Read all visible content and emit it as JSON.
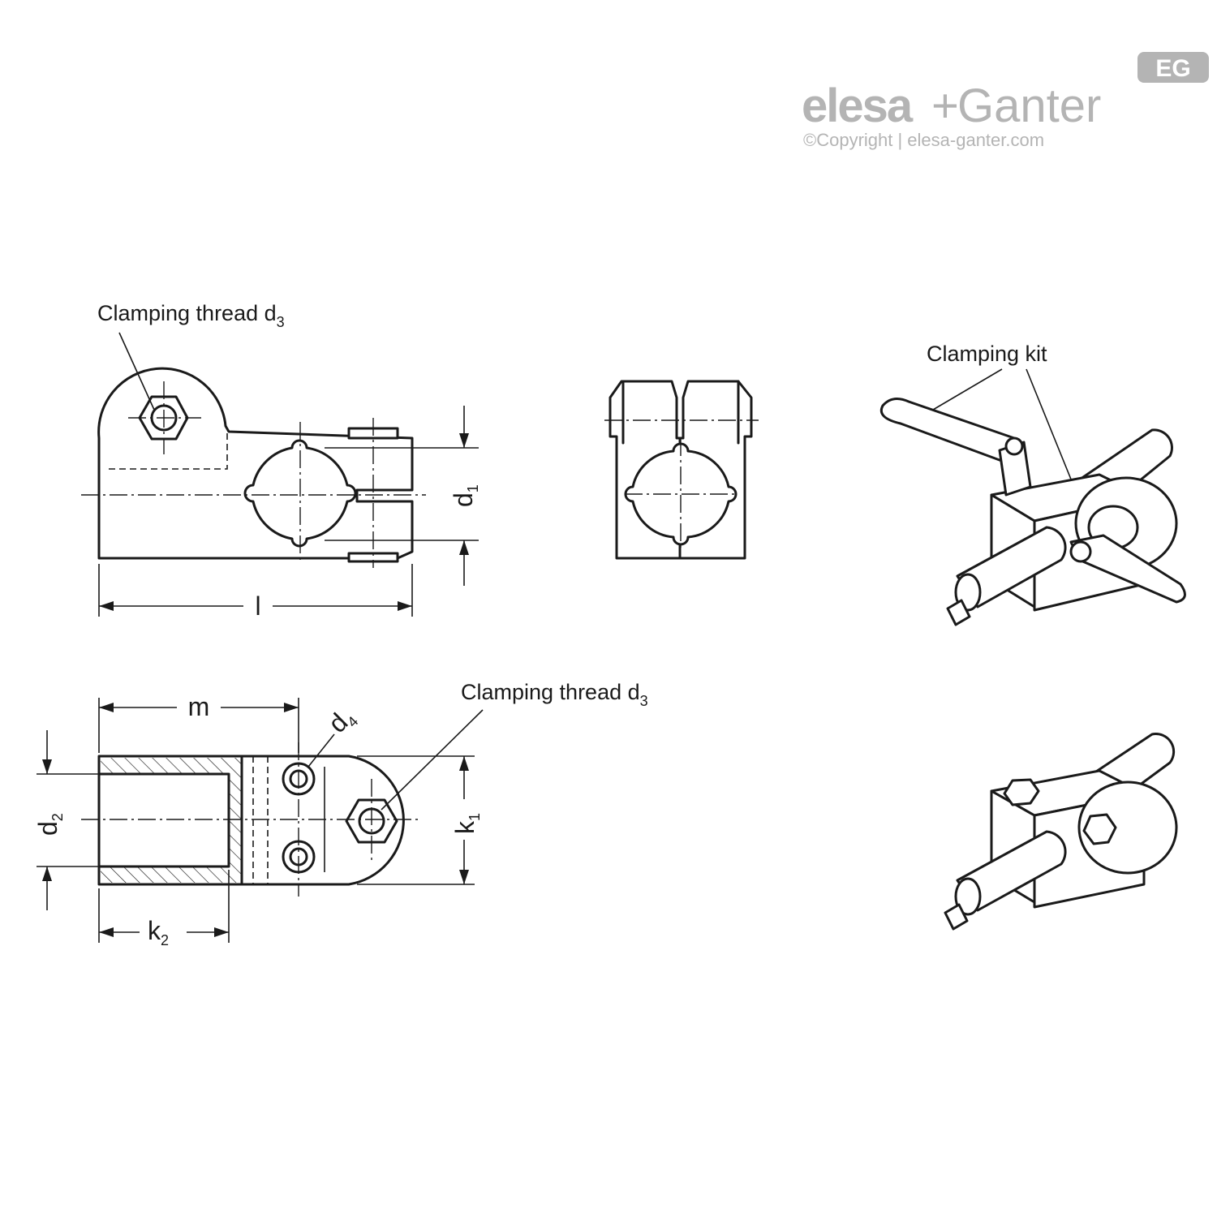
{
  "logo": {
    "brand_left": "elesa",
    "brand_plus": "+",
    "brand_right": "Ganter",
    "copyright": "©Copyright | elesa-ganter.com",
    "badge": "EG"
  },
  "labels": {
    "clamping_thread_top": "Clamping thread d",
    "clamping_thread_top_sub": "3",
    "clamping_thread_bottom": "Clamping thread d",
    "clamping_thread_bottom_sub": "3",
    "clamping_kit": "Clamping kit"
  },
  "dimensions": {
    "d1": "d",
    "d1_sub": "1",
    "l": "l",
    "m": "m",
    "d4": "d",
    "d4_sub": "4",
    "d2": "d",
    "d2_sub": "2",
    "k1": "k",
    "k1_sub": "1",
    "k2": "k",
    "k2_sub": "2"
  },
  "colors": {
    "line": "#1a1a1a",
    "logo_gray": "#b4b4b4",
    "background": "#ffffff"
  }
}
